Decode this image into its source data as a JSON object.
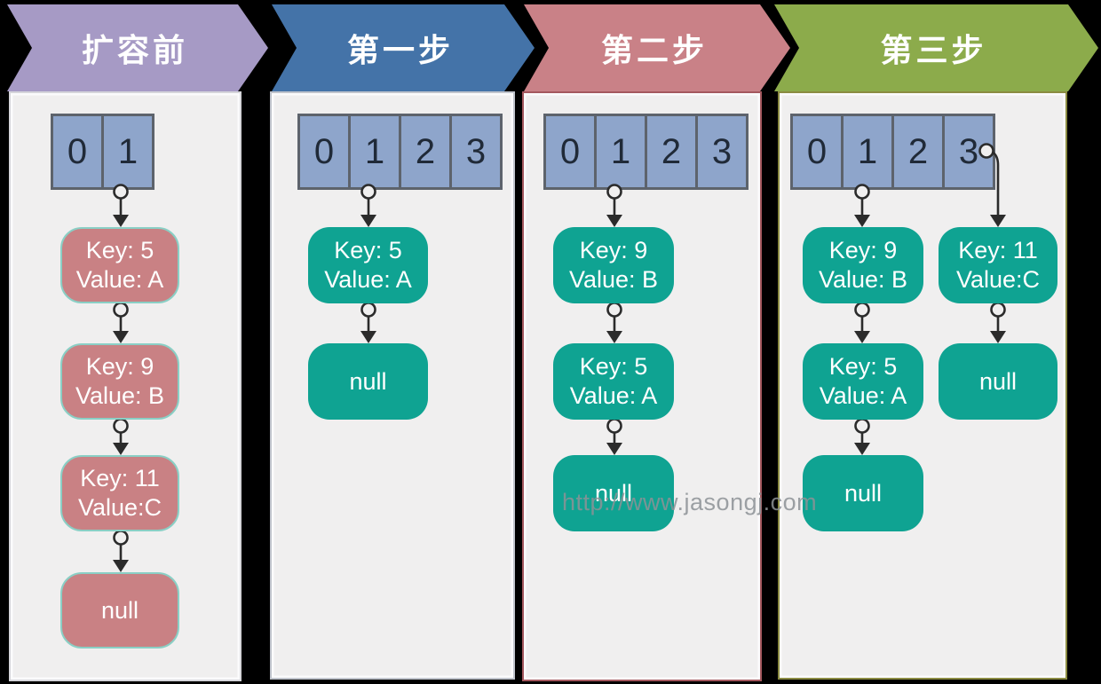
{
  "watermark": "http://www.jasongj.com",
  "colors": {
    "banner_before": "#a69ac5",
    "banner_step1": "#4473a8",
    "banner_step2": "#c98187",
    "banner_step3": "#8cab4b",
    "panel_background": "#f0efef",
    "panel_border_step2": "#a4585e",
    "panel_border_step3": "#8b8b42",
    "bucket_cell_fill": "#8ea5cb",
    "bucket_cell_border": "#5d636c",
    "node_pink_fill": "#c98184",
    "node_pink_border": "#8acfc5",
    "node_teal_fill": "#0fa392",
    "connector_line": "#2b2b2b",
    "watermark_gray": "#8d9296"
  },
  "columns": [
    {
      "header": "扩容前",
      "cells": [
        "0",
        "1"
      ],
      "nodes": [
        {
          "line1": "Key: 5",
          "line2": "Value: A"
        },
        {
          "line1": "Key: 9",
          "line2": "Value: B"
        },
        {
          "line1": "Key: 11",
          "line2": "Value:C"
        },
        {
          "line1": "null"
        }
      ]
    },
    {
      "header": "第一步",
      "cells": [
        "0",
        "1",
        "2",
        "3"
      ],
      "nodes": [
        {
          "line1": "Key: 5",
          "line2": "Value: A"
        },
        {
          "line1": "null"
        }
      ]
    },
    {
      "header": "第二步",
      "cells": [
        "0",
        "1",
        "2",
        "3"
      ],
      "nodes": [
        {
          "line1": "Key: 9",
          "line2": "Value: B"
        },
        {
          "line1": "Key: 5",
          "line2": "Value: A"
        },
        {
          "line1": "null"
        }
      ]
    },
    {
      "header": "第三步",
      "cells": [
        "0",
        "1",
        "2",
        "3"
      ],
      "nodes": [
        {
          "line1": "Key: 9",
          "line2": "Value: B"
        },
        {
          "line1": "Key: 5",
          "line2": "Value: A"
        },
        {
          "line1": "null"
        }
      ],
      "nodes2": [
        {
          "line1": "Key: 11",
          "line2": "Value:C"
        },
        {
          "line1": "null"
        }
      ]
    }
  ]
}
